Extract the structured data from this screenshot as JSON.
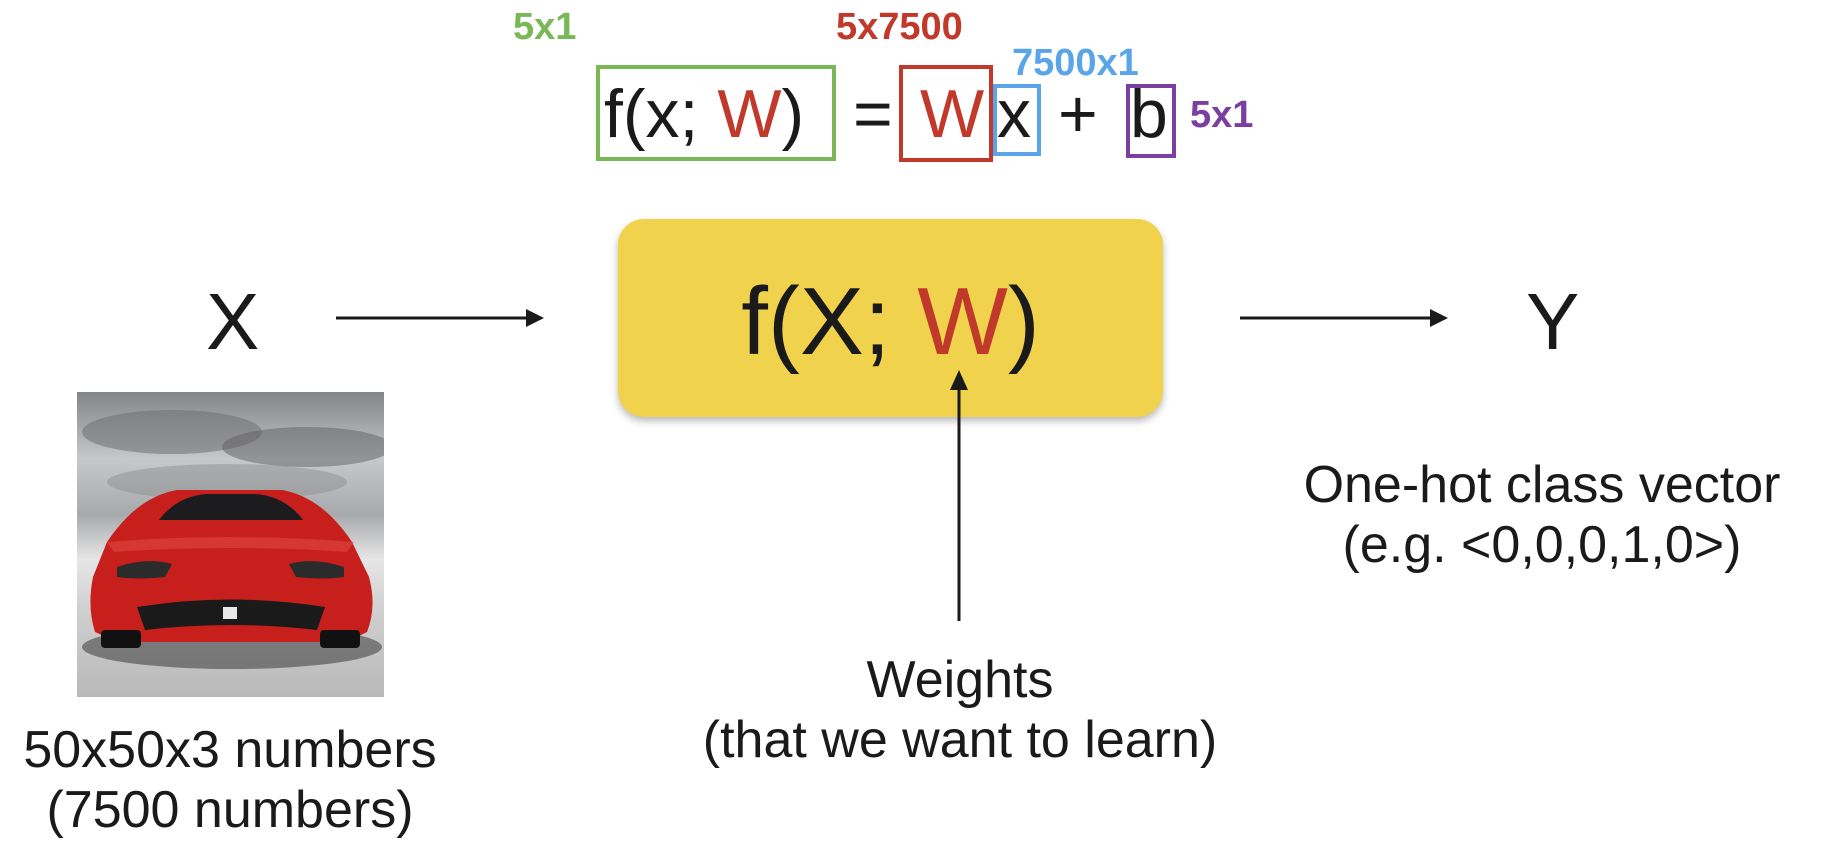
{
  "equation": {
    "lhs_fn": "f(x; ",
    "lhs_w": "W",
    "lhs_close": ")",
    "equals": "=",
    "w": "W",
    "x": "x",
    "plus": "+",
    "b": "b",
    "dims": {
      "output": "5x1",
      "weights": "5x7500",
      "input": "7500x1",
      "bias": "5x1"
    }
  },
  "diagram": {
    "input_symbol": "X",
    "output_symbol": "Y",
    "function_prefix": "f(X; ",
    "function_w": "W",
    "function_suffix": ")",
    "input_caption_line1": "50x50x3 numbers",
    "input_caption_line2": "(7500 numbers)",
    "weights_caption_line1": "Weights",
    "weights_caption_line2": "(that we want to learn)",
    "output_caption_line1": "One-hot class vector",
    "output_caption_line2": "(e.g. <0,0,0,1,0>)"
  },
  "colors": {
    "green": "#7ab857",
    "red": "#c0392b",
    "blue": "#5aa4ea",
    "purple": "#7a3fa0",
    "yellow": "#f0d24c",
    "car_red": "#c61f1c"
  }
}
